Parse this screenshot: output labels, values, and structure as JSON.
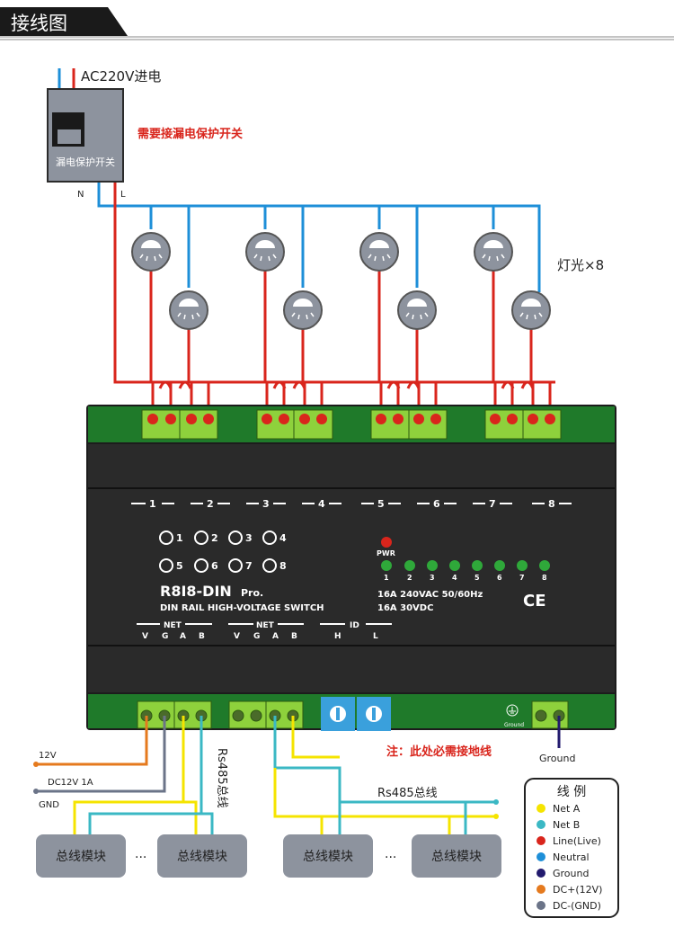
{
  "header": {
    "title": "接线图"
  },
  "power": {
    "label": "AC220V进电",
    "breaker_label": "漏电保护开关",
    "n_label": "N",
    "l_label": "L",
    "warning": "需要接漏电保护开关"
  },
  "lights": {
    "label": "灯光×8"
  },
  "device": {
    "channels": [
      "1",
      "2",
      "3",
      "4",
      "5",
      "6",
      "7",
      "8"
    ],
    "buttons_row1": [
      "1",
      "2",
      "3",
      "4"
    ],
    "buttons_row2": [
      "5",
      "6",
      "7",
      "8"
    ],
    "model": "R8I8-DIN",
    "model_suffix": "Pro.",
    "subtitle": "DIN RAIL HIGH-VOLTAGE SWITCH",
    "pwr": "PWR",
    "leds": [
      "1",
      "2",
      "3",
      "4",
      "5",
      "6",
      "7",
      "8"
    ],
    "spec1": "16A 240VAC 50/60Hz",
    "spec2": "16A 30VDC",
    "ce": "CE",
    "net_label": "NET",
    "net_pins": [
      "V",
      "G",
      "A",
      "B"
    ],
    "id_label": "ID",
    "id_pins": [
      "H",
      "L"
    ],
    "ground_small": "Ground"
  },
  "notes": {
    "ground_note": "注：此处必需接地线",
    "ground_label": "Ground"
  },
  "dc": {
    "v12": "12V",
    "dc12": "DC12V 1A",
    "gnd": "GND"
  },
  "bus": {
    "rs485_vertical": "Rs485总线",
    "rs485_horizontal": "Rs485总线",
    "module": "总线模块",
    "ellipsis": "···"
  },
  "legend": {
    "title": "线  例",
    "items": [
      {
        "label": "Net A",
        "color": "#f5e400"
      },
      {
        "label": "Net B",
        "color": "#3bb8c4"
      },
      {
        "label": "Line(Live)",
        "color": "#d9251c"
      },
      {
        "label": "Neutral",
        "color": "#1e8fd8"
      },
      {
        "label": "Ground",
        "color": "#221a6e"
      },
      {
        "label": "DC+(12V)",
        "color": "#e57a1e"
      },
      {
        "label": "DC-(GND)",
        "color": "#6b7488"
      }
    ]
  }
}
